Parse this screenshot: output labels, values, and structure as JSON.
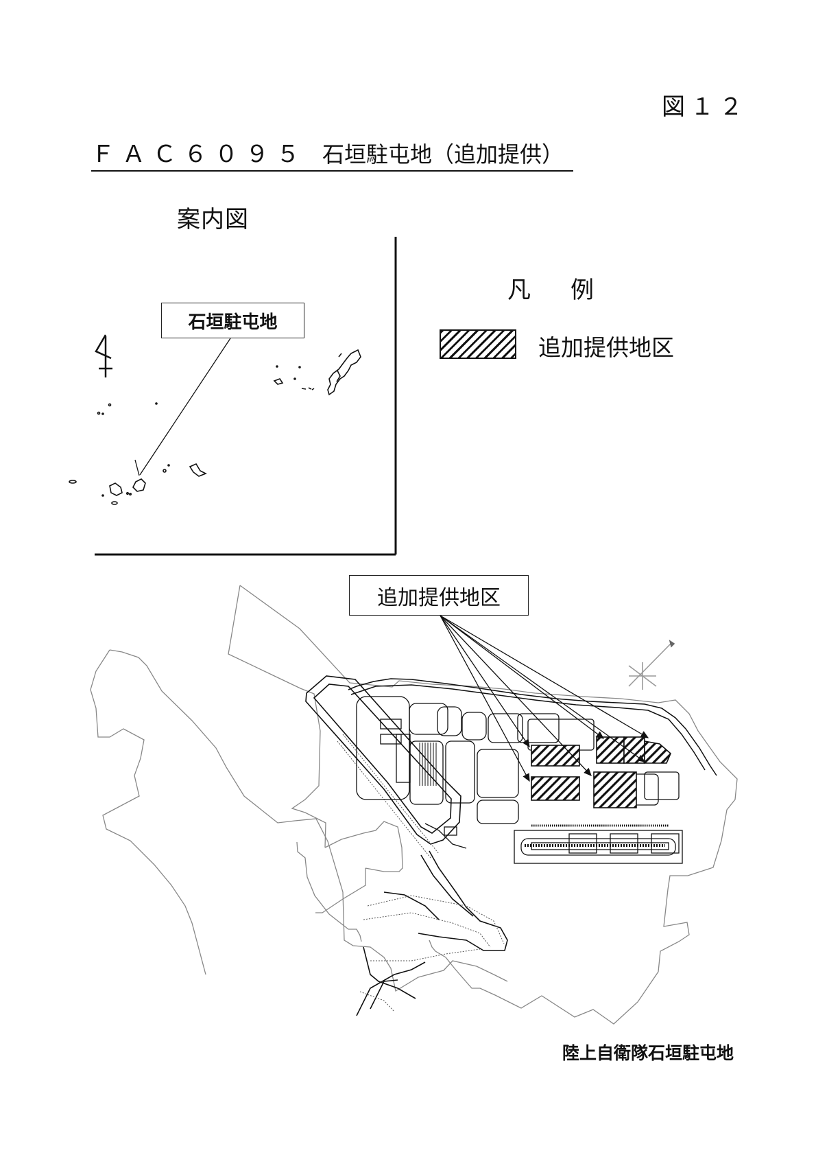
{
  "header": {
    "figure_number": "図１２",
    "facility_code": "ＦＡＣ６０９５",
    "facility_name": "石垣駐屯地（追加提供）"
  },
  "guide_map": {
    "title": "案内図",
    "callout_label": "石垣駐屯地",
    "north_arrow": "north-arrow-icon"
  },
  "legend": {
    "title_chars": [
      "凡",
      "例"
    ],
    "items": [
      {
        "label": "追加提供地区",
        "pattern": "diagonal-hatch",
        "color": "#111111"
      }
    ]
  },
  "site_map": {
    "callout_label": "追加提供地区",
    "compass": "compass-rose-icon",
    "caption": "陸上自衛隊石垣駐屯地",
    "highlighted_area_count": 6
  }
}
